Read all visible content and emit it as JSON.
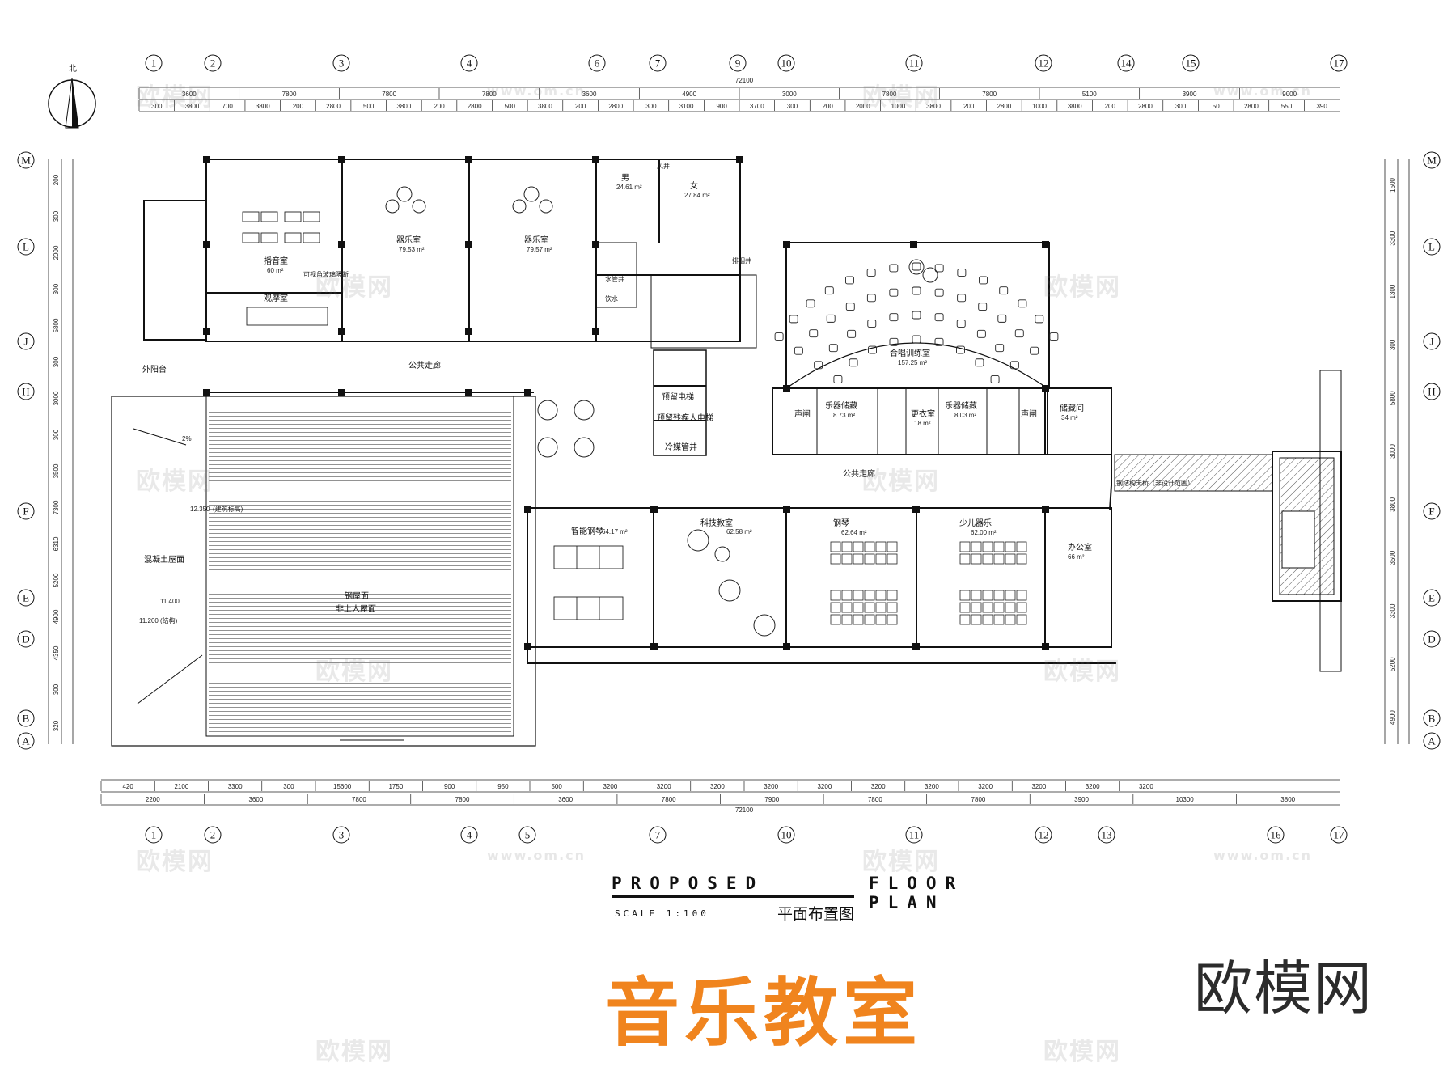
{
  "drawing": {
    "title_en_part1": "PROPOSED",
    "title_en_part2": "FLOOR  PLAN",
    "scale": "SCALE 1:100",
    "title_cn": "平面布置图",
    "main_title": "音乐教室",
    "brand": "欧模网",
    "watermark_cn": "欧模网",
    "watermark_url": "www.om.cn",
    "north_label": "北"
  },
  "grid": {
    "columns_top": [
      "1",
      "2",
      "3",
      "4",
      "6",
      "7",
      "9",
      "10",
      "11",
      "12",
      "14",
      "15",
      "17"
    ],
    "columns_bottom": [
      "1",
      "2",
      "3",
      "4",
      "5",
      "7",
      "10",
      "11",
      "12",
      "13",
      "16",
      "17"
    ],
    "rows_left": [
      "M",
      "L",
      "J",
      "H",
      "F",
      "E",
      "D",
      "B",
      "A"
    ],
    "rows_right": [
      "M",
      "L",
      "J",
      "H",
      "F",
      "E",
      "D",
      "B",
      "A"
    ],
    "total_dim_top": "72100",
    "total_dim_bottom": "72100",
    "dims_top_row1": [
      "3600",
      "7800",
      "7800",
      "7800",
      "3600",
      "4900",
      "3000",
      "7800",
      "7800",
      "5100",
      "3900",
      "9000"
    ],
    "dims_top_row2": [
      "300",
      "3800",
      "700",
      "3800",
      "200",
      "2800",
      "500",
      "3800",
      "200",
      "2800",
      "500",
      "3800",
      "200",
      "2800",
      "300",
      "3100",
      "900",
      "3700",
      "300",
      "200",
      "2000",
      "1000",
      "3800",
      "200",
      "2800",
      "1000",
      "3800",
      "200",
      "2800",
      "300",
      "50",
      "2800",
      "550",
      "390"
    ],
    "dims_bottom_row1": [
      "420",
      "2100",
      "3300",
      "300",
      "15600",
      "1750",
      "900",
      "950",
      "500",
      "3200",
      "3200",
      "3200",
      "3200",
      "3200",
      "3200",
      "3200",
      "3200",
      "3200",
      "3200",
      "3200"
    ],
    "dims_bottom_row2": [
      "2200",
      "3600",
      "7800",
      "7800",
      "3600",
      "7800",
      "7900",
      "7800",
      "7800",
      "3900",
      "10300",
      "3800"
    ],
    "dims_left": [
      "200",
      "300",
      "2000",
      "300",
      "5800",
      "300",
      "3000",
      "300",
      "3500",
      "7300",
      "6310",
      "5200",
      "4900",
      "4350",
      "300",
      "320"
    ],
    "dims_right": [
      "1500",
      "3300",
      "1300",
      "300",
      "5800",
      "3000",
      "3800",
      "3500",
      "3300",
      "5200",
      "4900"
    ]
  },
  "rooms": {
    "broadcast": "播音室",
    "broadcast_area": "60 m²",
    "observation": "观摩室",
    "glass_note": "可视角玻璃隔断",
    "instrument_1": "器乐室",
    "instrument_1_area": "79.53 m²",
    "instrument_2": "器乐室",
    "instrument_2_area": "79.57 m²",
    "male_wc": "男",
    "male_area": "24.61 m²",
    "female_wc": "女",
    "female_area": "27.84 m²",
    "duct": "风井",
    "smoke": "排烟井",
    "shaft": "水管井",
    "water": "饮水",
    "public_corridor_1": "公共走廊",
    "public_corridor_2": "公共走廊",
    "outer_balcony": "外阳台",
    "elevator_1": "预留电梯",
    "elevator_2": "预留残疾人电梯",
    "cold_pipe": "冷媒管井",
    "chorus": "合唱训练室",
    "chorus_area": "157.25 m²",
    "acoustic": "声闸",
    "inst_storage_1": "乐器储藏",
    "inst_storage_1_area": "8.73 m²",
    "changing": "更衣室",
    "changing_area": "18 m²",
    "inst_storage_2": "乐器储藏",
    "inst_storage_2_area": "8.03 m²",
    "acoustic_2": "声闸",
    "storage": "储藏间",
    "storage_area": "34 m²",
    "smart_piano": "智能钢琴",
    "smart_piano_area": "64.17 m²",
    "tech_class": "科技教室",
    "tech_class_area": "62.58 m²",
    "piano": "钢琴",
    "piano_area": "62.64 m²",
    "youth": "少儿器乐",
    "youth_area": "62.00 m²",
    "office": "办公室",
    "office_area": "66 m²",
    "concrete_roof": "混凝土屋面",
    "steel_roof": "钢屋面",
    "steel_roof_note": "非上人屋面",
    "bridge": "钢结构天桥（非设计范围）",
    "slope": "2%",
    "elev_1": "12.350",
    "elev_1_note": "(建筑标高)",
    "elev_2": "11.400",
    "elev_3": "11.200",
    "elev_3_note": "(结构)"
  }
}
